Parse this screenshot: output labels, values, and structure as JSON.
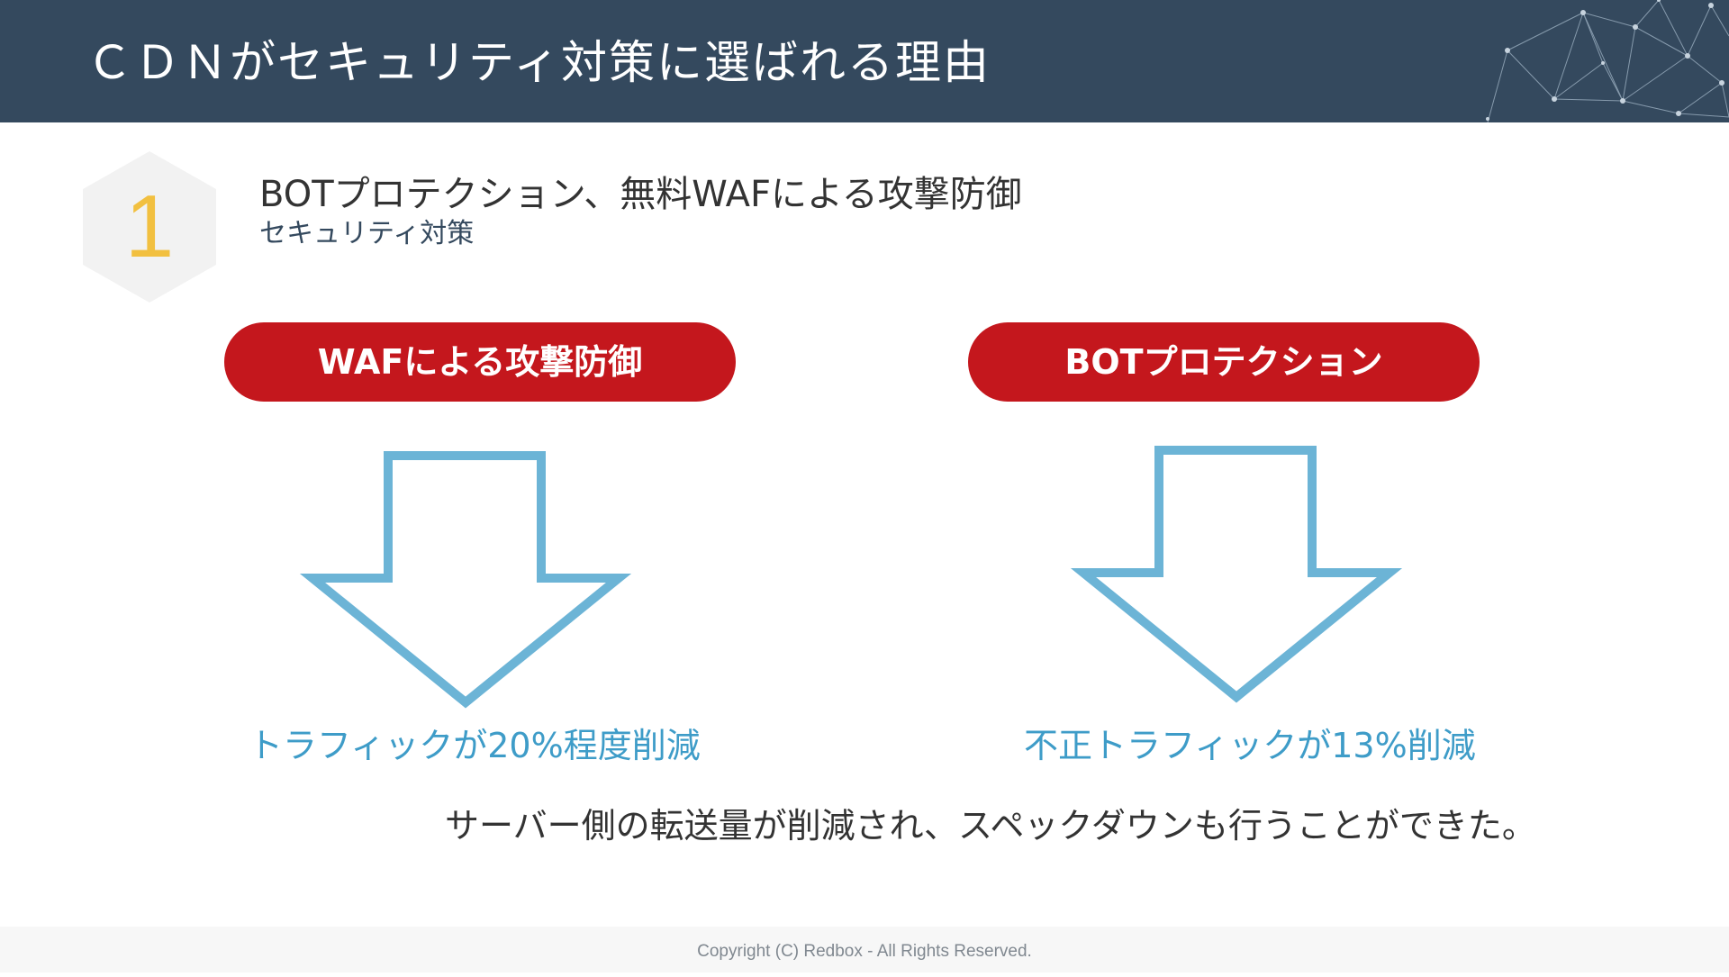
{
  "header": {
    "title": "ＣＤＮがセキュリティ対策に選ばれる理由"
  },
  "section": {
    "number": "1",
    "title": "BOTプロテクション、無料WAFによる攻撃防御",
    "subtitle": "セキュリティ対策"
  },
  "columns": [
    {
      "label": "WAFによる攻撃防御",
      "result": "トラフィックが20%程度削減"
    },
    {
      "label": "BOTプロテクション",
      "result": "不正トラフィックが13%削減"
    }
  ],
  "summary": "サーバー側の転送量が削減され、スペックダウンも行うことができた。",
  "footer": {
    "copyright": "Copyright (C) Redbox - All Rights Reserved."
  },
  "colors": {
    "header_bg": "#34495e",
    "pill_red": "#c4171d",
    "arrow_blue": "#6cb4d6",
    "result_blue": "#3e9cc8",
    "number_yellow": "#f2c040"
  },
  "icons": {
    "arrow": "down-arrow-outline-icon",
    "hexagon": "hexagon-badge",
    "decoration": "network-polygon-decoration"
  }
}
